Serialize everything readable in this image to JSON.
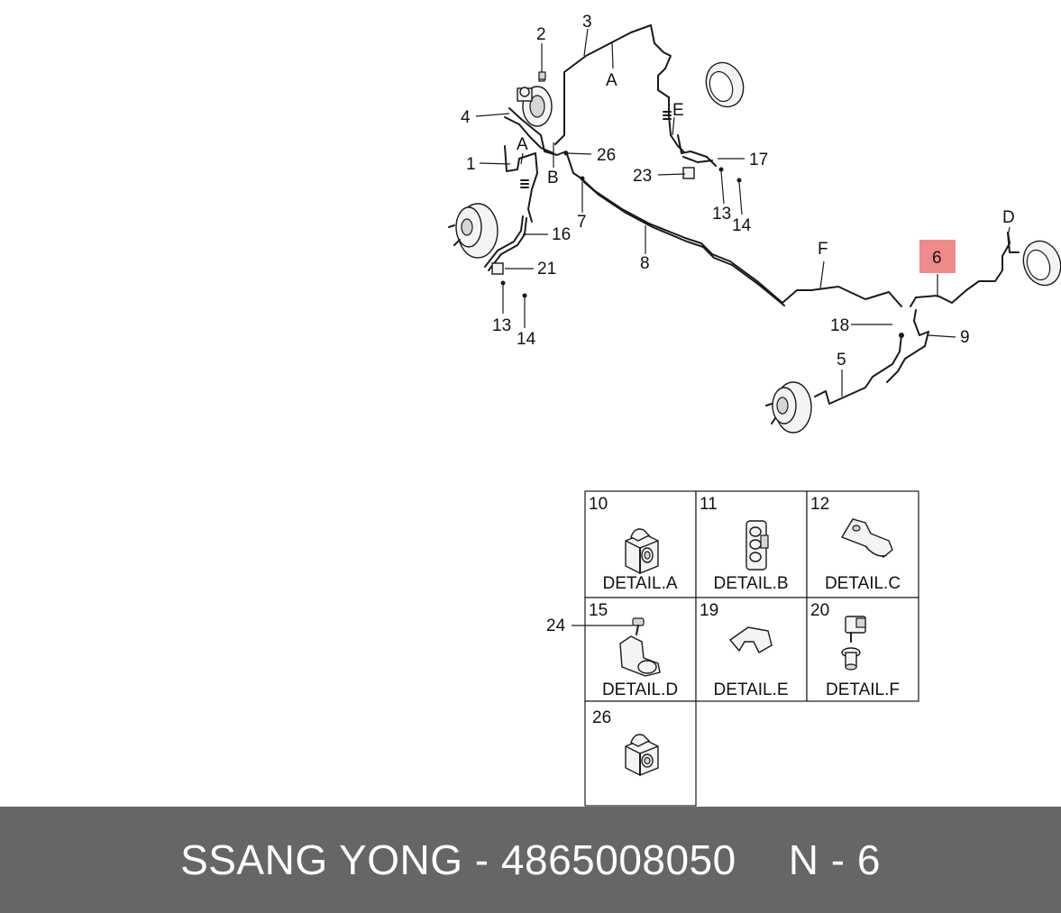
{
  "callouts": {
    "n1": "1",
    "n2": "2",
    "n3": "3",
    "n4": "4",
    "n5": "5",
    "n6": "6",
    "n7": "7",
    "n8": "8",
    "n9": "9",
    "n13a": "13",
    "n14a": "14",
    "n13b": "13",
    "n14b": "14",
    "n16": "16",
    "n17": "17",
    "n18": "18",
    "n21": "21",
    "n23": "23",
    "n24": "24",
    "n26": "26"
  },
  "letters": {
    "a1": "A",
    "a2": "A",
    "b": "B",
    "d": "D",
    "e": "E",
    "f": "F"
  },
  "highlight_color": "#f08a8a",
  "details": [
    {
      "num": "10",
      "caption": "DETAIL.A"
    },
    {
      "num": "11",
      "caption": "DETAIL.B"
    },
    {
      "num": "12",
      "caption": "DETAIL.C"
    },
    {
      "num": "15",
      "caption": "DETAIL.D"
    },
    {
      "num": "19",
      "caption": "DETAIL.E"
    },
    {
      "num": "20",
      "caption": "DETAIL.F"
    },
    {
      "num": "26",
      "caption": ""
    }
  ],
  "footer": {
    "brand_part": "SSANG YONG - 4865008050",
    "page_ref": "N - 6"
  }
}
